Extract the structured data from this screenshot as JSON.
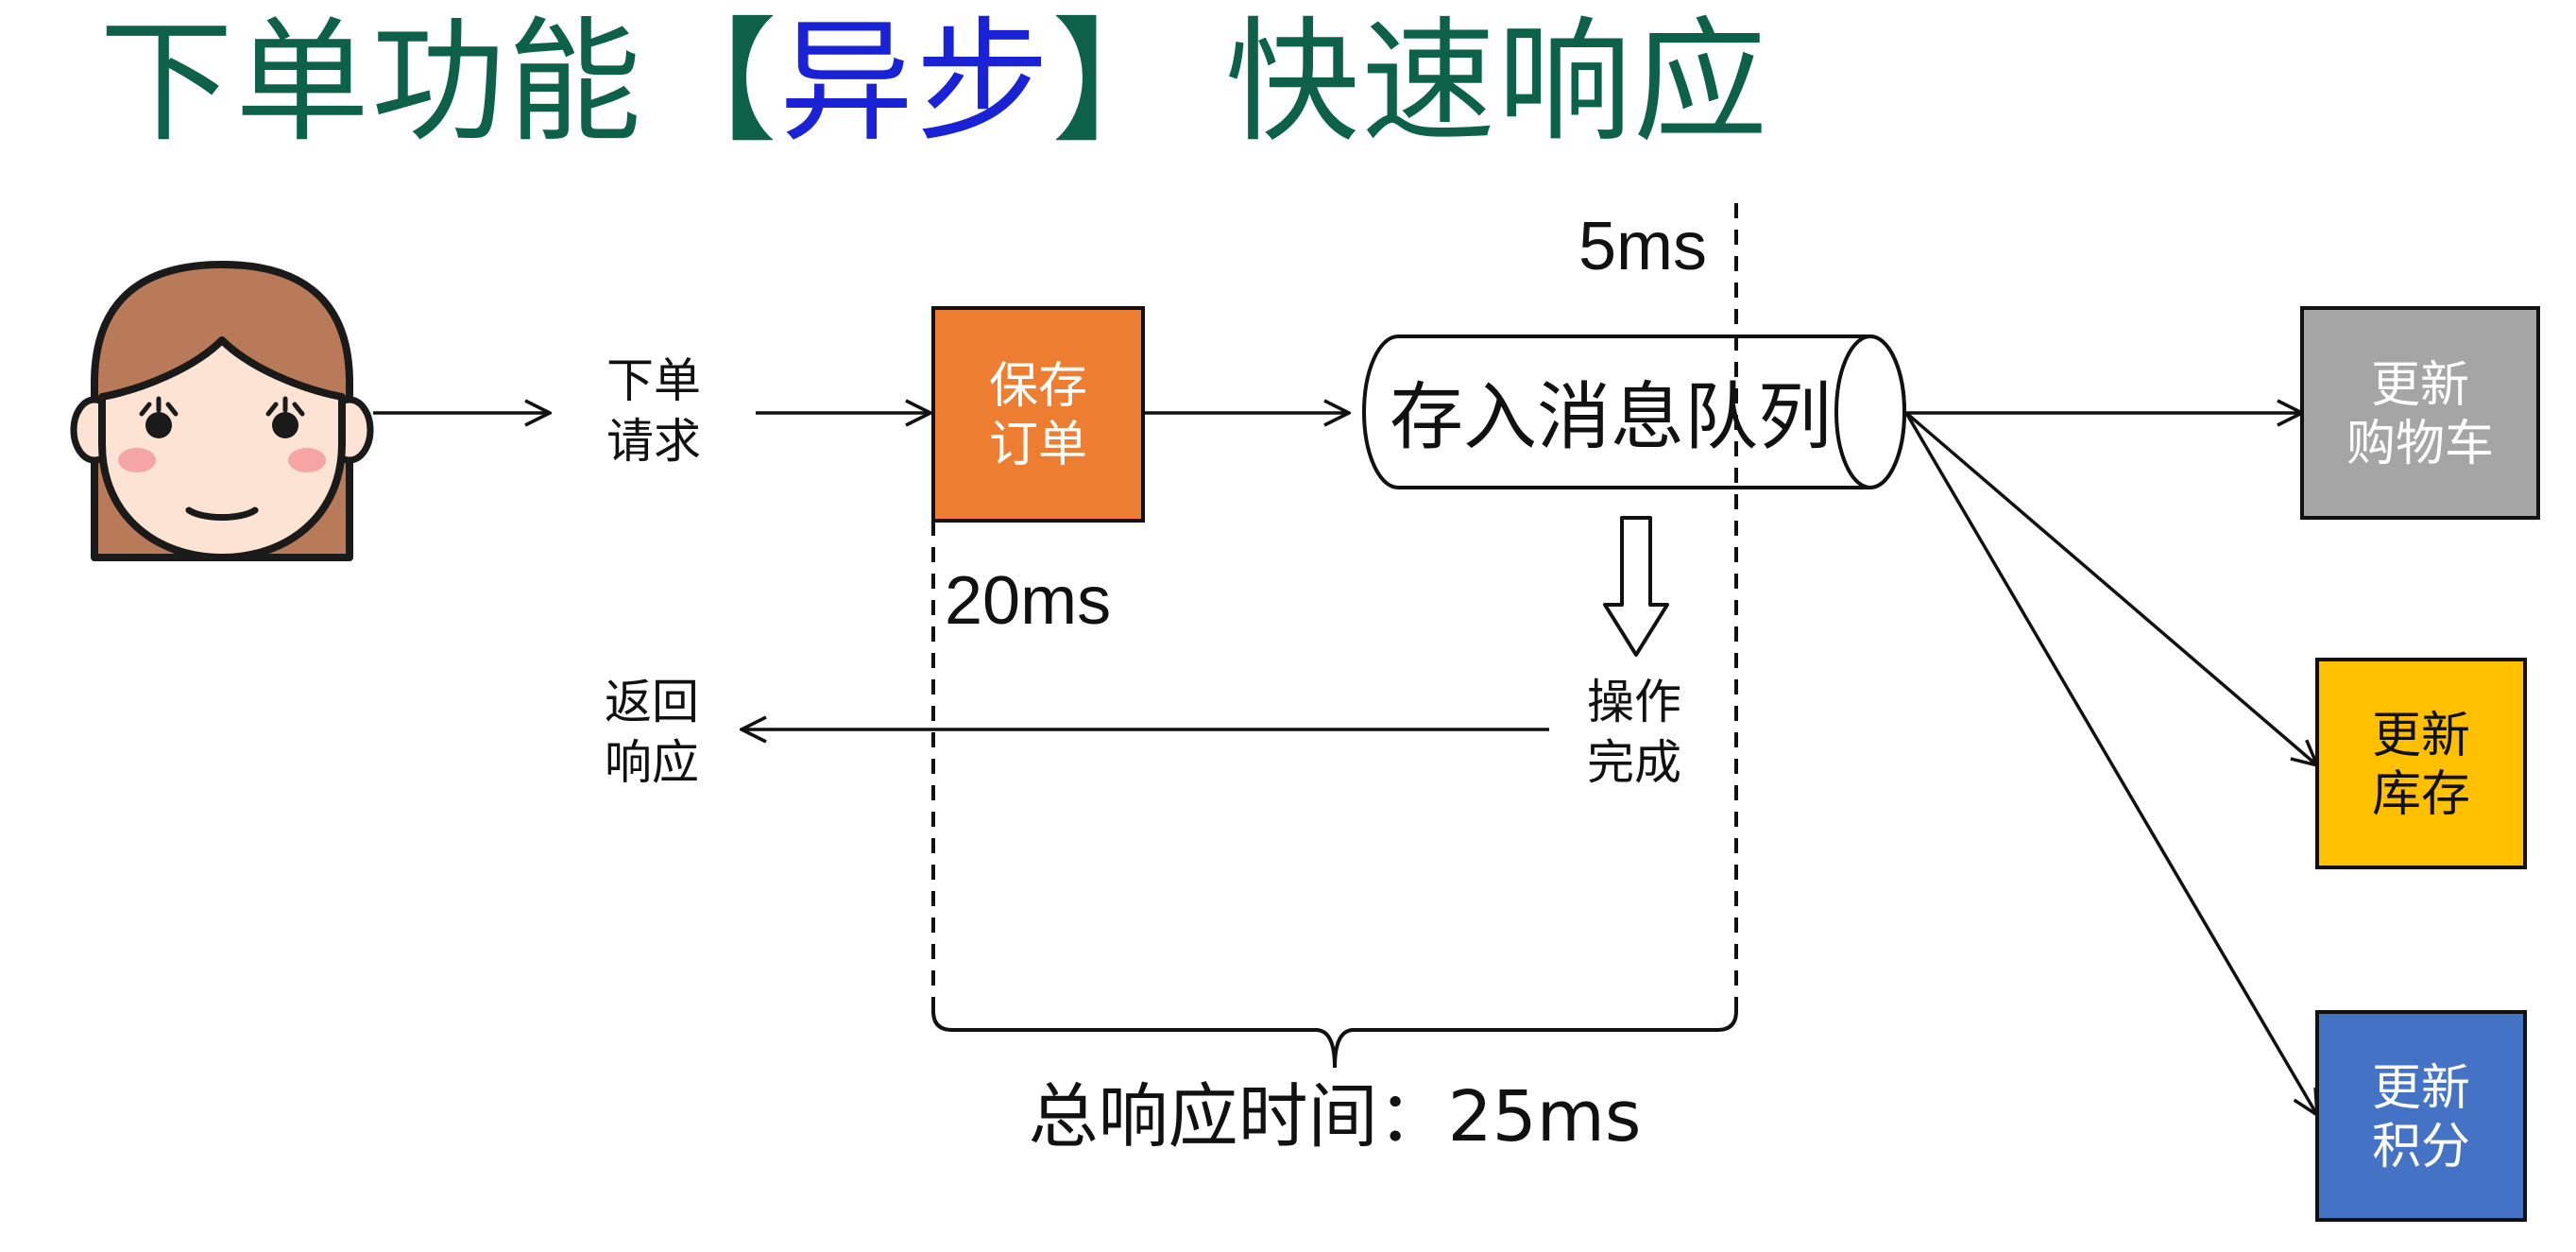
{
  "title": {
    "prefix": "下单功能",
    "bracket_open": "【",
    "highlight": "异步",
    "bracket_close": "】",
    "suffix": "快速响应"
  },
  "colors": {
    "title": "#0d6148",
    "title_highlight": "#1a22d6",
    "save_order_box": "#ed7d31",
    "update_cart_box": "#a5a5a5",
    "update_stock_box": "#ffc000",
    "update_points_box": "#4472c4",
    "skin": "#fde3d3",
    "hair": "#b87a58",
    "cheek": "#f6a5a5"
  },
  "diagram": {
    "user_icon": "girl-face-icon",
    "request_label": [
      "下单",
      "请求"
    ],
    "save_order_label": [
      "保存",
      "订单"
    ],
    "queue_label": "存入消息队列",
    "save_time": "20ms",
    "queue_time": "5ms",
    "done_label": [
      "操作",
      "完成"
    ],
    "return_label": [
      "返回",
      "响应"
    ],
    "total_time": "总响应时间：25ms",
    "consumers": [
      {
        "lines": [
          "更新",
          "购物车"
        ]
      },
      {
        "lines": [
          "更新",
          "库存"
        ]
      },
      {
        "lines": [
          "更新",
          "积分"
        ]
      }
    ]
  }
}
